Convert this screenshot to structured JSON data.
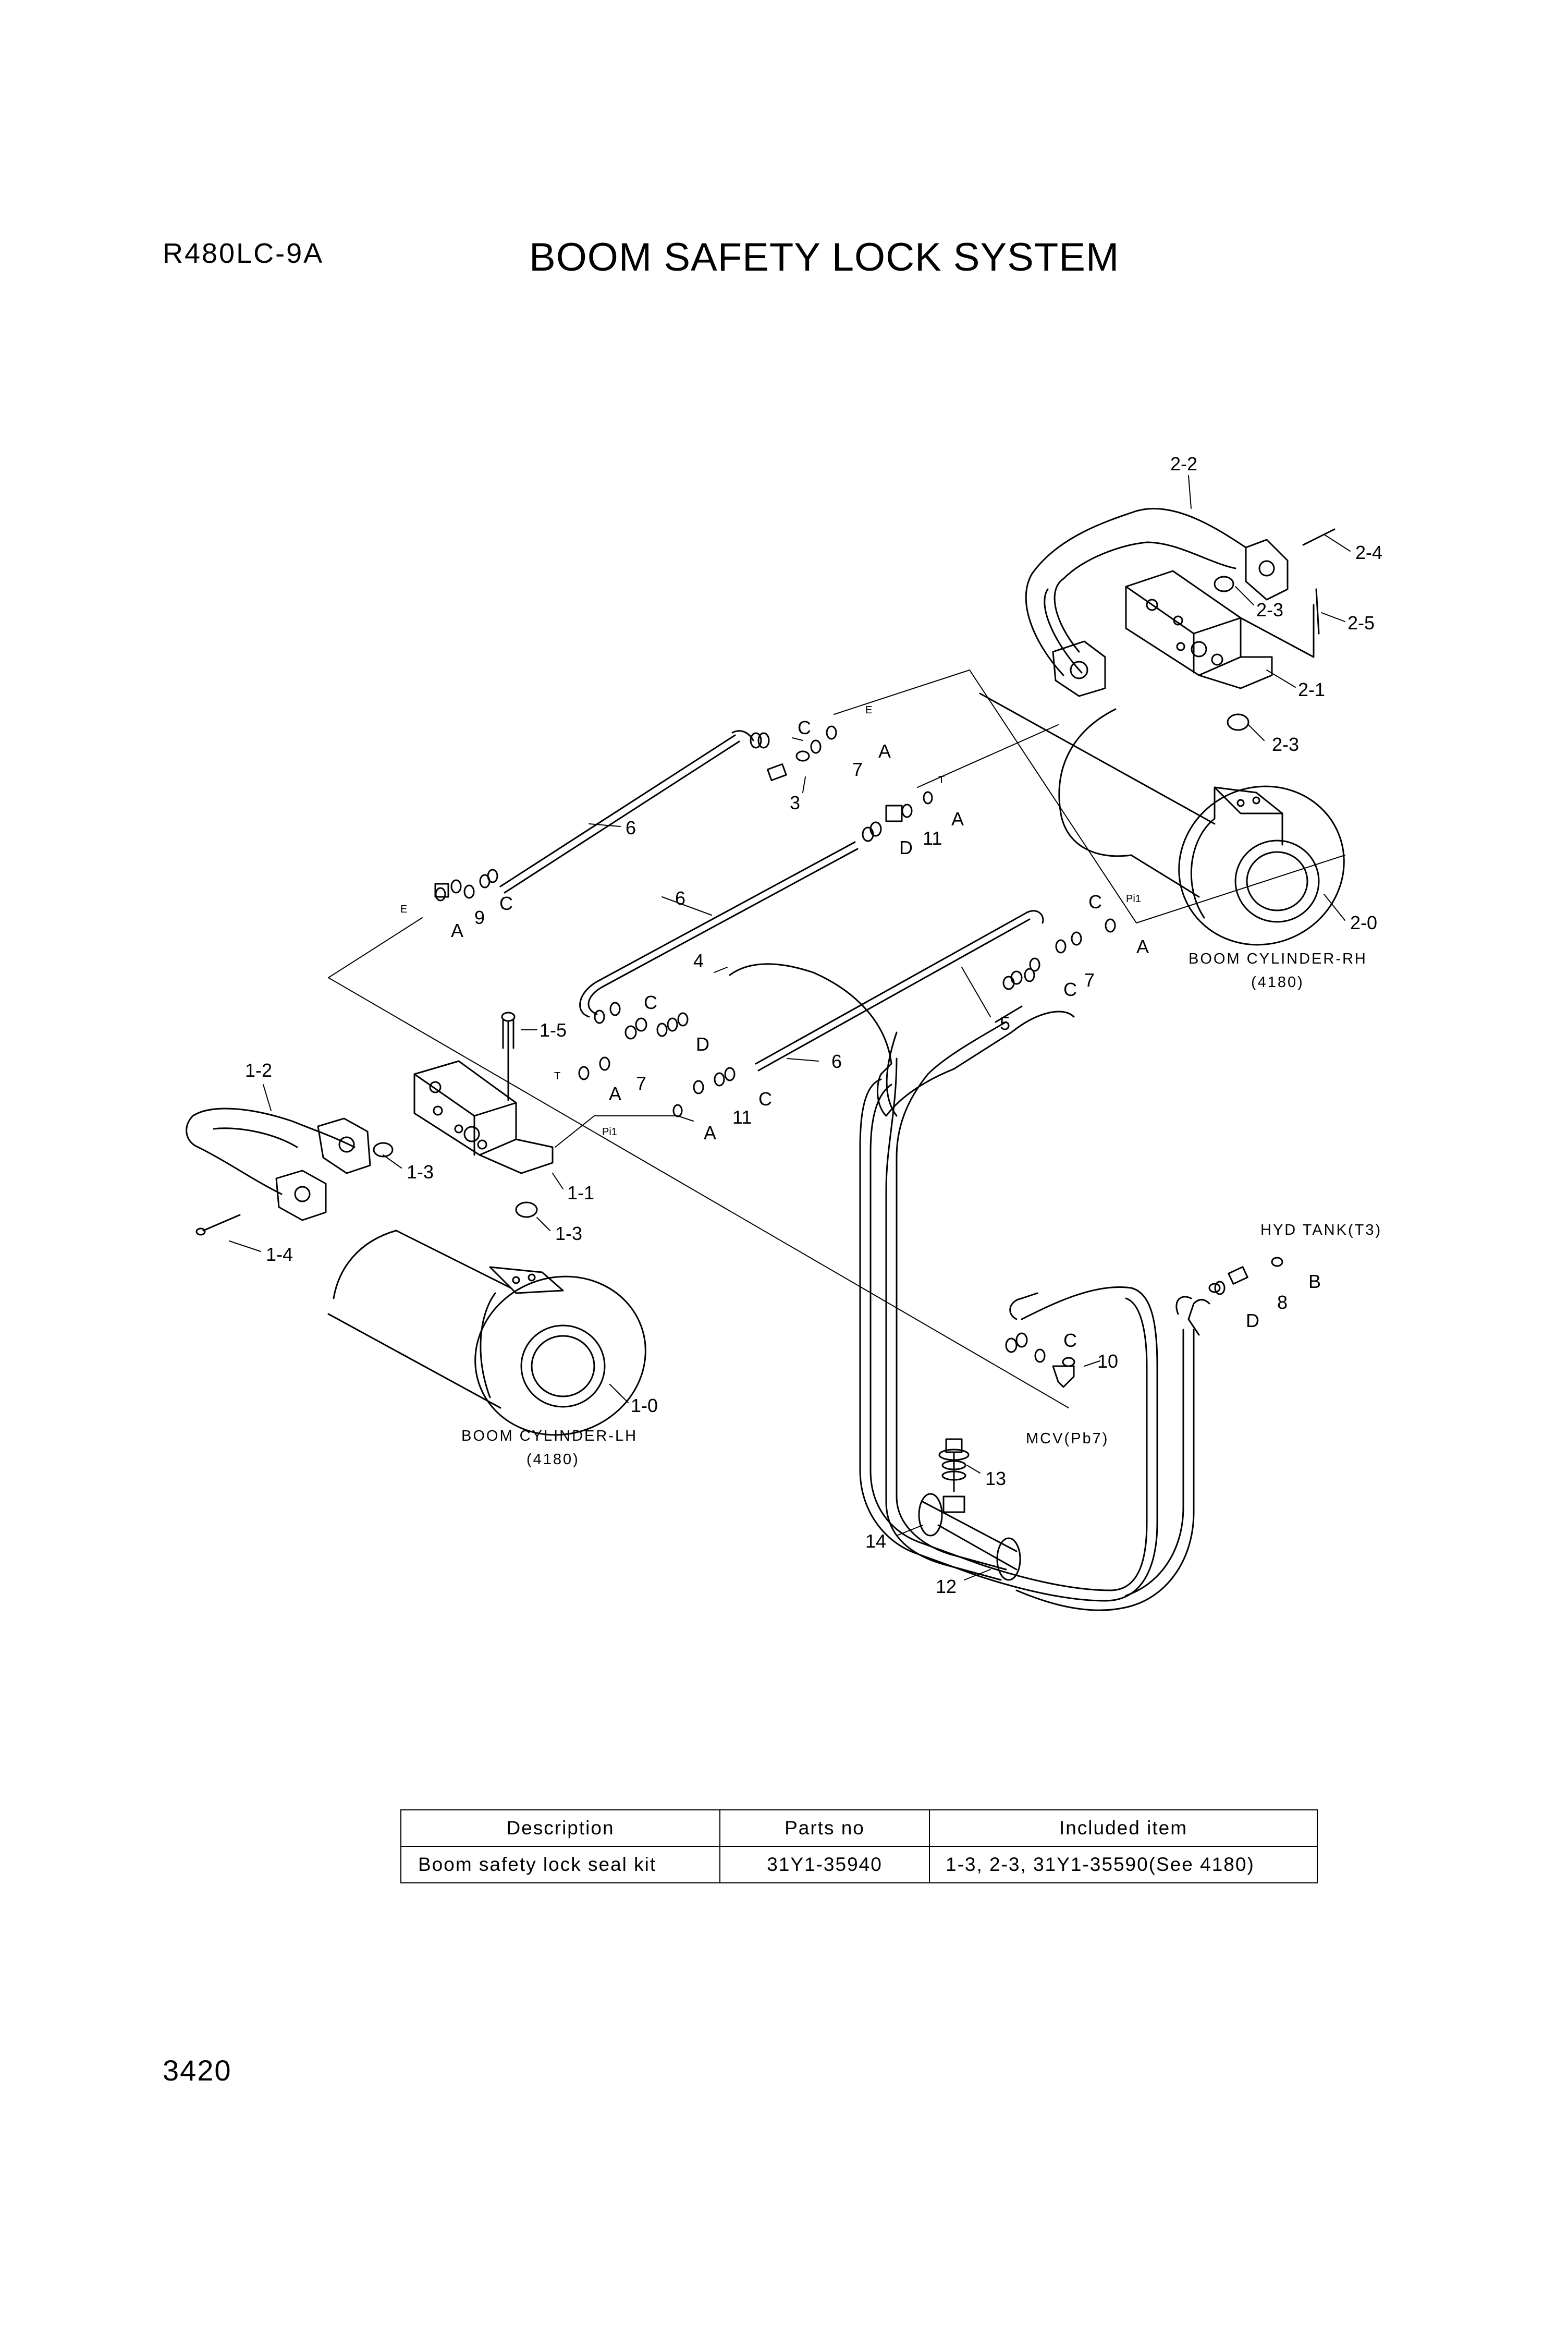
{
  "header": {
    "model": "R480LC-9A",
    "title": "BOOM SAFETY LOCK SYSTEM"
  },
  "page_number": "3420",
  "diagram": {
    "labels": {
      "l_2_2": "2-2",
      "l_2_4": "2-4",
      "l_2_3a": "2-3",
      "l_2_5": "2-5",
      "l_2_1": "2-1",
      "l_2_3b": "2-3",
      "l_2_0": "2-0",
      "l_C1": "C",
      "l_E1": "E",
      "l_A1": "A",
      "l_7a": "7",
      "l_3": "3",
      "l_T1": "T",
      "l_A2": "A",
      "l_11a": "11",
      "l_D1": "D",
      "l_6a": "6",
      "l_9": "9",
      "l_E2": "E",
      "l_A3": "A",
      "l_C2": "C",
      "l_6b": "6",
      "l_Pi1a": "Pi1",
      "l_C3": "C",
      "l_A4": "A",
      "l_7b": "7",
      "l_C4": "C",
      "l_5": "5",
      "l_4": "4",
      "l_1_5": "1-5",
      "l_C5": "C",
      "l_D2": "D",
      "l_T2": "T",
      "l_A5": "A",
      "l_7c": "7",
      "l_6c": "6",
      "l_C6": "C",
      "l_11b": "11",
      "l_Pi1b": "Pi1",
      "l_A6": "A",
      "l_1_2": "1-2",
      "l_1_3a": "1-3",
      "l_1_1": "1-1",
      "l_1_3b": "1-3",
      "l_1_4": "1-4",
      "l_1_0": "1-0",
      "l_hyd": "HYD TANK(T3)",
      "l_B": "B",
      "l_8": "8",
      "l_D3": "D",
      "l_C7": "C",
      "l_10": "10",
      "l_mcv": "MCV(Pb7)",
      "l_13": "13",
      "l_14": "14",
      "l_12": "12"
    },
    "rh_name": "BOOM CYLINDER-RH",
    "rh_ref": "(4180)",
    "lh_name": "BOOM CYLINDER-LH",
    "lh_ref": "(4180)"
  },
  "table": {
    "headers": [
      "Description",
      "Parts no",
      "Included item"
    ],
    "rows": [
      [
        "Boom safety lock seal kit",
        "31Y1-35940",
        "1-3, 2-3, 31Y1-35590(See 4180)"
      ]
    ]
  }
}
